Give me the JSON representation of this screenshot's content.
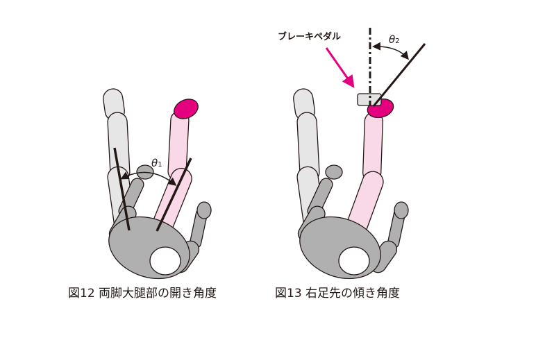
{
  "figure12": {
    "caption": "図12  両脚大腿部の開き角度",
    "angle_label": "θ",
    "angle_sub": "1"
  },
  "figure13": {
    "caption": "図13  右足先の傾き角度",
    "pedal_label": "ブレーキペダル",
    "angle_label": "θ",
    "angle_sub": "2"
  },
  "colors": {
    "accent_magenta": "#e4007f",
    "right_leg_pink": "#f9d8e8",
    "left_leg_gray": "#e6e6e6",
    "body_gray": "#b0b0b0",
    "outline": "#231815",
    "pedal_fill": "#e3e3e3"
  }
}
